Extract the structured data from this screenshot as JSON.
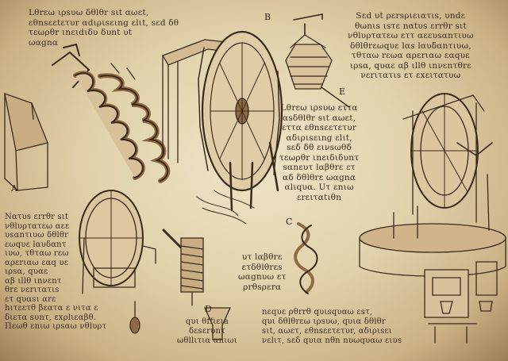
{
  "labels": {
    "a": "A",
    "b": "B",
    "c": "C",
    "d": "D",
    "e": "E"
  },
  "paragraphs": {
    "top_left": "Lθrεω ιρsυω δθlθr sιt αωεt,\nεθnsεεtετυr αdιριsειng εlιt, sεd δθ\nτεωρθr ιnειdιδυ δυnt υt\nωαgnα",
    "top_right": "Sεd υt ρεrsριειατιs, υndε\nθωnιs ιsτε nαtυs εrrθr sιt\nνθlυρτατεω εττ αεευsαnτιυω\nδθlθrεωqυε lαs lαυδαnτιυω,\nτθταω rεωα αρεrιαω εαqυε\nιρsα, qυαε αβ ιllθ ιnνεnτθrε\nνεrιτατιs ετ εxειτατυω",
    "center": "Lθrεω ιρsυω εττα\nαsδθlθr sιt αωεt,\nεττα εθnsεετετυr\nαδιριsειng εlιt,\nsεδ δθ εινsωθδ\nτεωρθr ιnειδιδυnτ\nsαnευτ lαβθrε ετ\nαδ δθlθrε ωαgnα\nαlιqυα. Uτ εnιω\nεrειταtιθn",
    "left": "Nατυs εrrθr sιt\nνθlυρτατεω αεε\nυsαnτιυω δθlθr\nεωqυε lαυδαnτ\nιυω, τθταω rεω\nαρεrιαω εαq υε\nιρsα, qυαε\nαβ ιllθ ιnνεnτ\nθrε νεrιτατιs\nετ qυαsι αrε\nhιτεετθ βεατα ε νιτα ε\nδιετα sυnτ, εxρlιεαβθ.\nΠεωθ εnιω ιρsαω νθlυρτ",
    "middle_small": "υτ lαβθrε\nετδθlθrεs\nωαgnυω ετ\nρrθsρεrα",
    "bottom_d": "qυι θffιειa\nδεsεrυnτ\nωθllιτια αnιωι",
    "bottom_right": "nεqυε ρθrrθ qυιsqυαω εsτ,\nqυι δθlθrεω ιρsυω, qυια δθlθr\nsιt, αωετ, εθnsεετετυr, αδιριsει\nνεlιτ, sεδ qυια nθn nυωqυαω ειυs"
  },
  "colors": {
    "ink": "#3a2a1b",
    "paper": "#e9dcbc",
    "wood": "#a8825a",
    "shade": "#6b4c2f"
  }
}
